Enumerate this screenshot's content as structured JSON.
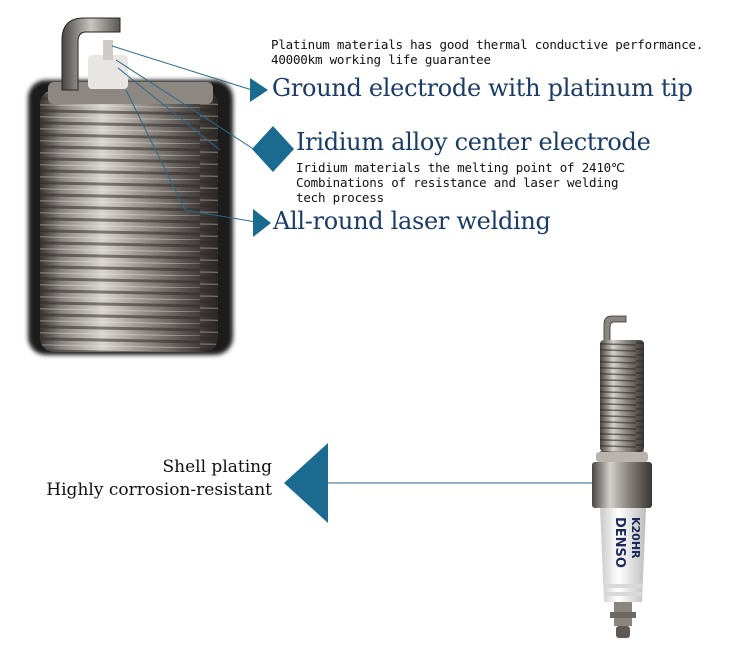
{
  "colors": {
    "accent": "#1b6a8f",
    "heading": "#1a3c66",
    "leader_line": "#2a6a8a"
  },
  "callouts": {
    "platinum": {
      "note_line1": "Platinum materials has good thermal conductive performance.",
      "note_line2": "40000km working life guarantee",
      "title": "Ground electrode with platinum tip",
      "marker": "arrow-right-icon"
    },
    "iridium": {
      "title": "Iridium alloy center electrode",
      "note_line1": "Iridium materials the melting point of 2410℃",
      "note_line2": "Combinations of resistance and laser welding",
      "note_line3": "tech process",
      "marker": "diamond-icon"
    },
    "welding": {
      "title": "All-round laser welding",
      "marker": "arrow-right-icon"
    },
    "shell": {
      "title": "Shell plating",
      "note": "Highly corrosion-resistant",
      "marker": "triangle-left-icon"
    }
  },
  "product": {
    "brand_print": "DENSO",
    "model_print": "K20HR"
  }
}
